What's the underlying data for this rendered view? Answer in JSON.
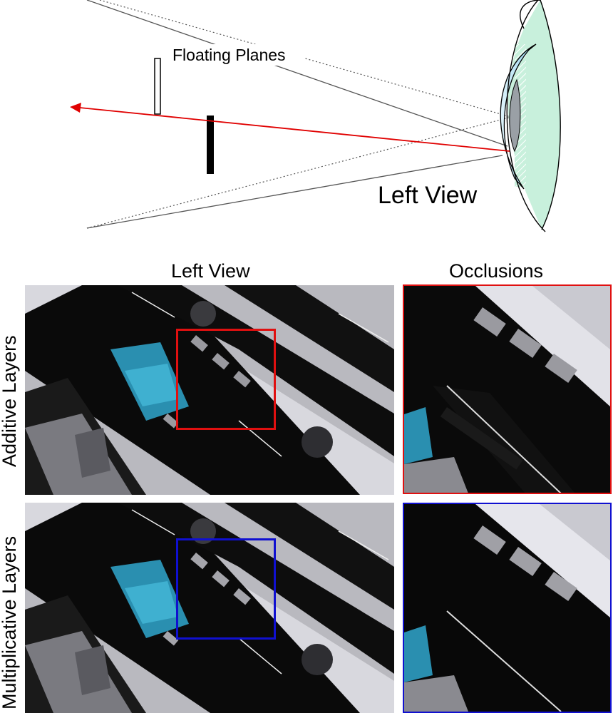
{
  "diagram": {
    "planes_label": "Floating Planes",
    "view_label": "Left View",
    "colors": {
      "ray": "#e00000",
      "lens": "#a9dff3",
      "retina": "#c8f0dc"
    }
  },
  "grid": {
    "col_titles": [
      "Left View",
      "Occlusions"
    ],
    "row_labels": [
      "Additive Layers",
      "Multiplicative Layers"
    ],
    "colors": {
      "additive_box": "#e01010",
      "multiplicative_box": "#1010d0"
    }
  }
}
